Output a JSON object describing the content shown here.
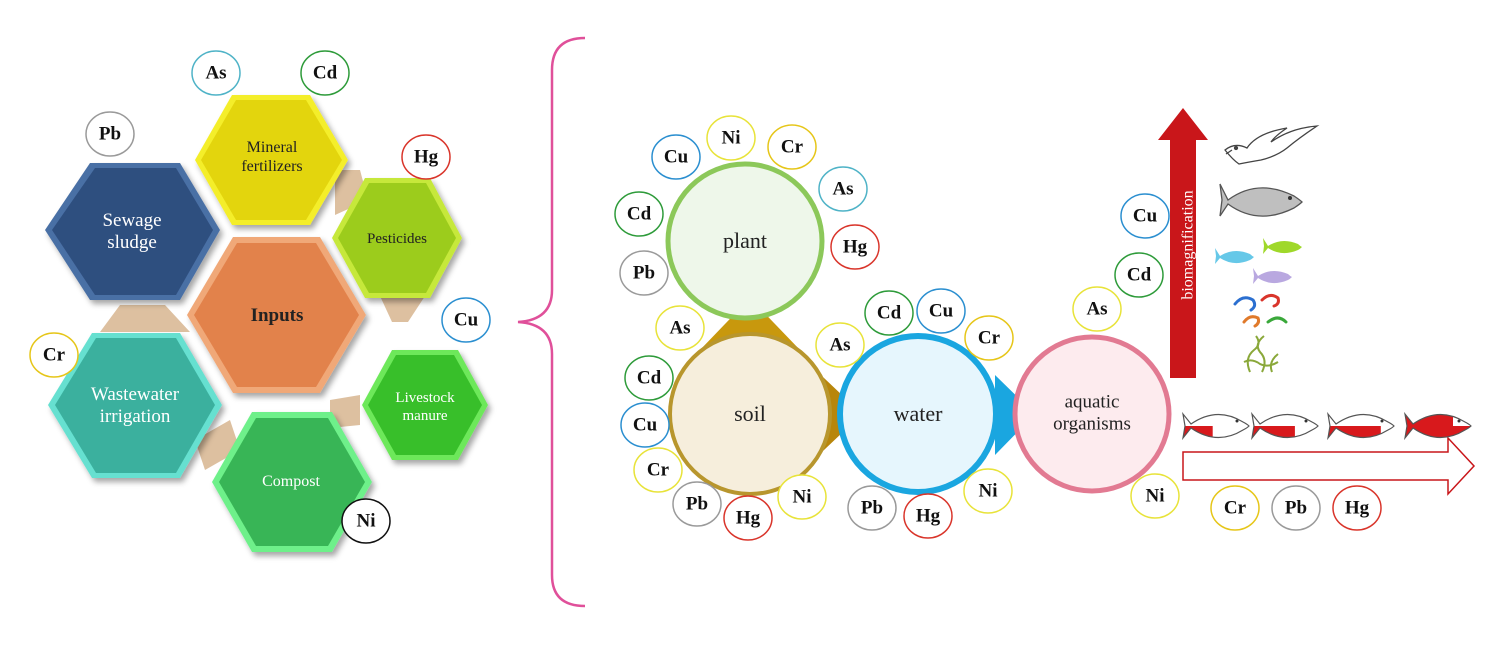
{
  "inputs": {
    "center": "Inputs",
    "sources": {
      "sewage": [
        "Sewage",
        "sludge"
      ],
      "mineral": [
        "Mineral",
        "fertilizers"
      ],
      "pesticides": [
        "Pesticides"
      ],
      "livestock": [
        "Livestock",
        "manure"
      ],
      "compost": [
        "Compost"
      ],
      "wastewater": [
        "Wastewater",
        "irrigation"
      ]
    }
  },
  "compartments": {
    "plant": "plant",
    "soil": "soil",
    "water": "water",
    "aquatic": [
      "aquatic",
      "organisms"
    ]
  },
  "biomagnification_label": "biomagnification",
  "metals": {
    "left": [
      "As",
      "Cd",
      "Pb",
      "Hg",
      "Cu",
      "Cr",
      "Ni"
    ],
    "plant": [
      "Cu",
      "Ni",
      "Cr",
      "As",
      "Hg",
      "Cd",
      "Pb"
    ],
    "soil": [
      "As",
      "Cd",
      "Cu",
      "Cr",
      "Pb",
      "Hg",
      "Ni"
    ],
    "water": [
      "Cd",
      "Cu",
      "Cr",
      "As",
      "Ni",
      "Hg",
      "Pb"
    ],
    "aquatic": [
      "As",
      "Cd",
      "Cu",
      "Ni"
    ],
    "bottom": [
      "Cr",
      "Pb",
      "Hg"
    ]
  },
  "colors": {
    "As": "#4fb3c7",
    "Cd": "#2e9b3a",
    "Pb": "#9a9a9a",
    "Hg": "#d9352b",
    "Cu": "#2b8fd0",
    "Cr": "#e6c619",
    "Ni": "#e8e33a",
    "Ni_left": "#111111",
    "sewage": "#2f4f7f",
    "mineral": "#e3d50f",
    "pesticides": "#9ccc1c",
    "livestock": "#39bf2a",
    "compost": "#39b556",
    "wastewater": "#3bb09e",
    "inputs": "#e2824c",
    "brace": "#e0509a",
    "bio_arrow": "#c9161a"
  }
}
